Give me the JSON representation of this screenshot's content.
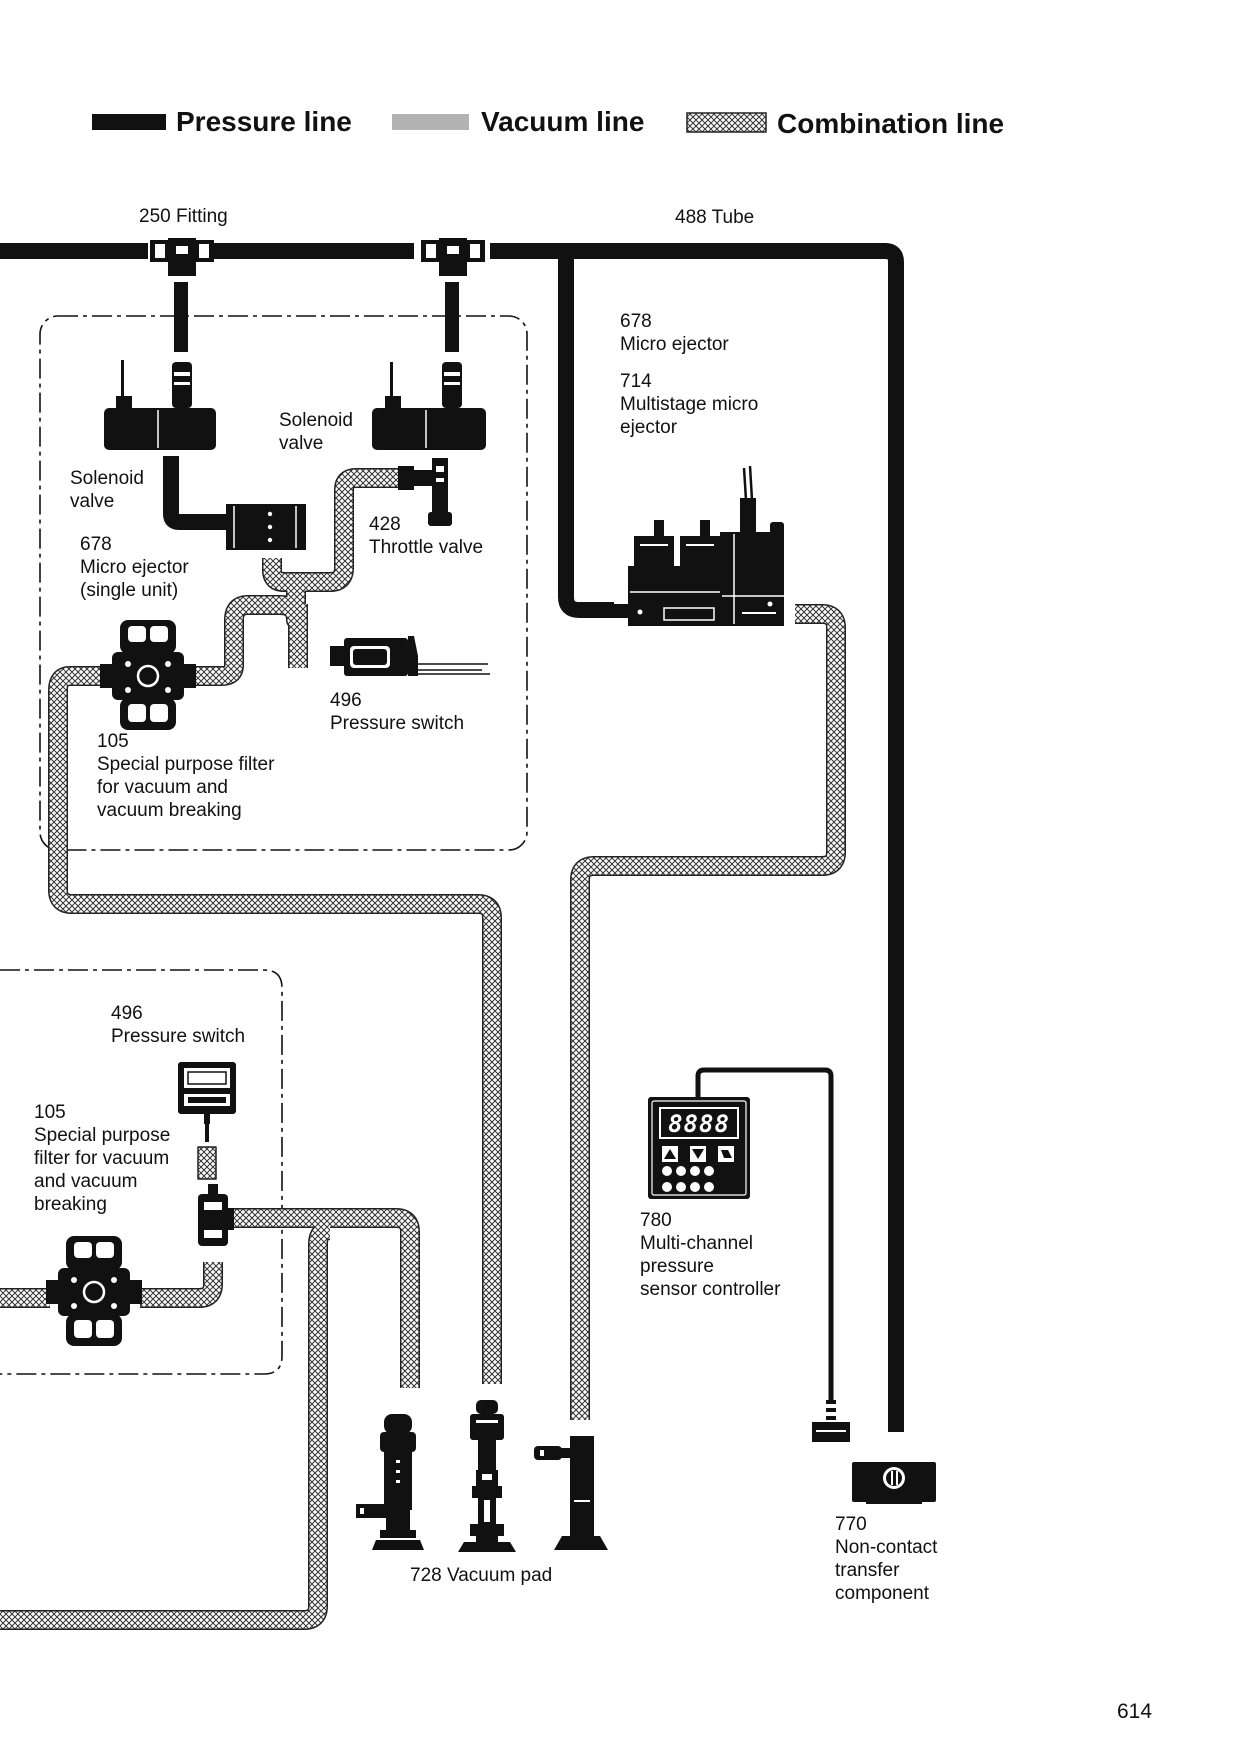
{
  "legend": {
    "pressure": "Pressure line",
    "vacuum": "Vacuum line",
    "combination": "Combination line"
  },
  "colors": {
    "pressure": "#111111",
    "vacuum": "#b3b3b3",
    "combination": "#8c8c8c"
  },
  "labels": {
    "fitting": "250 Fitting",
    "tube": "488 Tube",
    "micro_ejector_top": {
      "number": "678",
      "name": "Micro ejector"
    },
    "multistage": {
      "number": "714",
      "line1": "Multistage micro",
      "line2": "ejector"
    },
    "solenoid_left": {
      "line1": "Solenoid",
      "line2": "valve"
    },
    "solenoid_right": {
      "line1": "Solenoid",
      "line2": "valve"
    },
    "micro_ejector_single": {
      "number": "678",
      "line1": "Micro ejector",
      "line2": "(single unit)"
    },
    "throttle": {
      "number": "428",
      "name": "Throttle valve"
    },
    "pressure_switch_top": {
      "number": "496",
      "name": "Pressure switch"
    },
    "filter_top": {
      "number": "105",
      "line1": "Special purpose filter",
      "line2": "for vacuum and",
      "line3": "vacuum breaking"
    },
    "pressure_switch_bottom": {
      "number": "496",
      "name": "Pressure switch"
    },
    "filter_bottom": {
      "number": "105",
      "line1": "Special purpose",
      "line2": "filter for vacuum",
      "line3": "and vacuum",
      "line4": "breaking"
    },
    "controller": {
      "number": "780",
      "line1": "Multi-channel",
      "line2": "pressure",
      "line3": "sensor controller",
      "display": "8888"
    },
    "vacuum_pad": "728 Vacuum pad",
    "non_contact": {
      "number": "770",
      "line1": "Non-contact",
      "line2": "transfer",
      "line3": "component"
    }
  },
  "page_number": "614"
}
